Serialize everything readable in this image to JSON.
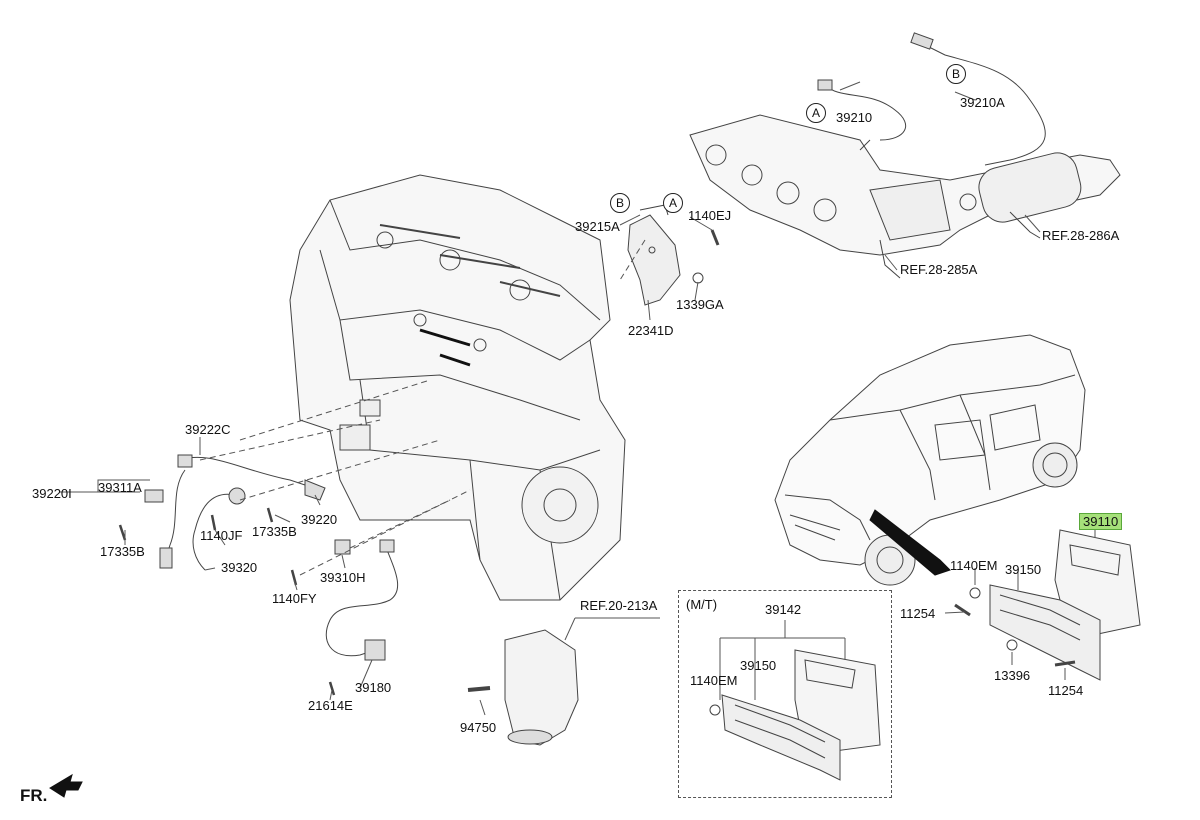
{
  "labels": {
    "p39210": "39210",
    "p39210a": "39210A",
    "p39215a": "39215A",
    "p1140ej": "1140EJ",
    "p1339ga": "1339GA",
    "p22341d": "22341D",
    "ref28286a": "REF.28-286A",
    "ref28285a": "REF.28-285A",
    "p39222c": "39222C",
    "p39220i": "39220I",
    "p39311a": "39311A",
    "p17335b_l": "17335B",
    "p1140jf": "1140JF",
    "p17335b_r": "17335B",
    "p39220": "39220",
    "p39320": "39320",
    "p39310h": "39310H",
    "p1140fy": "1140FY",
    "p39180": "39180",
    "p21614e": "21614E",
    "ref20213a": "REF.20-213A",
    "p94750": "94750",
    "mt": "(M/T)",
    "p39142": "39142",
    "p39150_mt": "39150",
    "p1140em_mt": "1140EM",
    "p39110": "39110",
    "p1140em": "1140EM",
    "p39150": "39150",
    "p11254_a": "11254",
    "p13396": "13396",
    "p11254_b": "11254",
    "fr": "FR."
  },
  "callouts": {
    "a1": "A",
    "b1": "B",
    "a2": "A",
    "b2": "B"
  },
  "highlight_color": "#a6e07a"
}
